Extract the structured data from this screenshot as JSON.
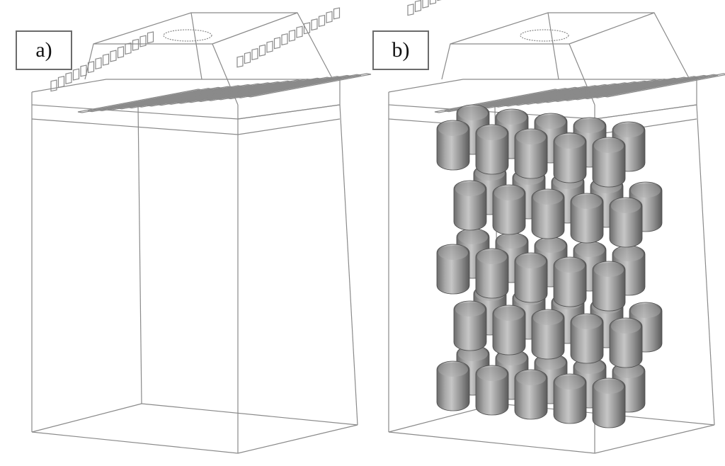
{
  "panels": [
    {
      "id": "a",
      "label": "a)",
      "has_cylinders": false
    },
    {
      "id": "b",
      "label": "b)",
      "has_cylinders": true
    }
  ],
  "colors": {
    "line": "#8a8a8a",
    "cylinder_light": "#c4c4c4",
    "cylinder_mid": "#9a9a9a",
    "cylinder_dark": "#5e5e5e",
    "label_border": "#6b6b6b"
  },
  "cylinder_grid": {
    "rows": 5,
    "columns": 5,
    "depth_layers": 2
  }
}
